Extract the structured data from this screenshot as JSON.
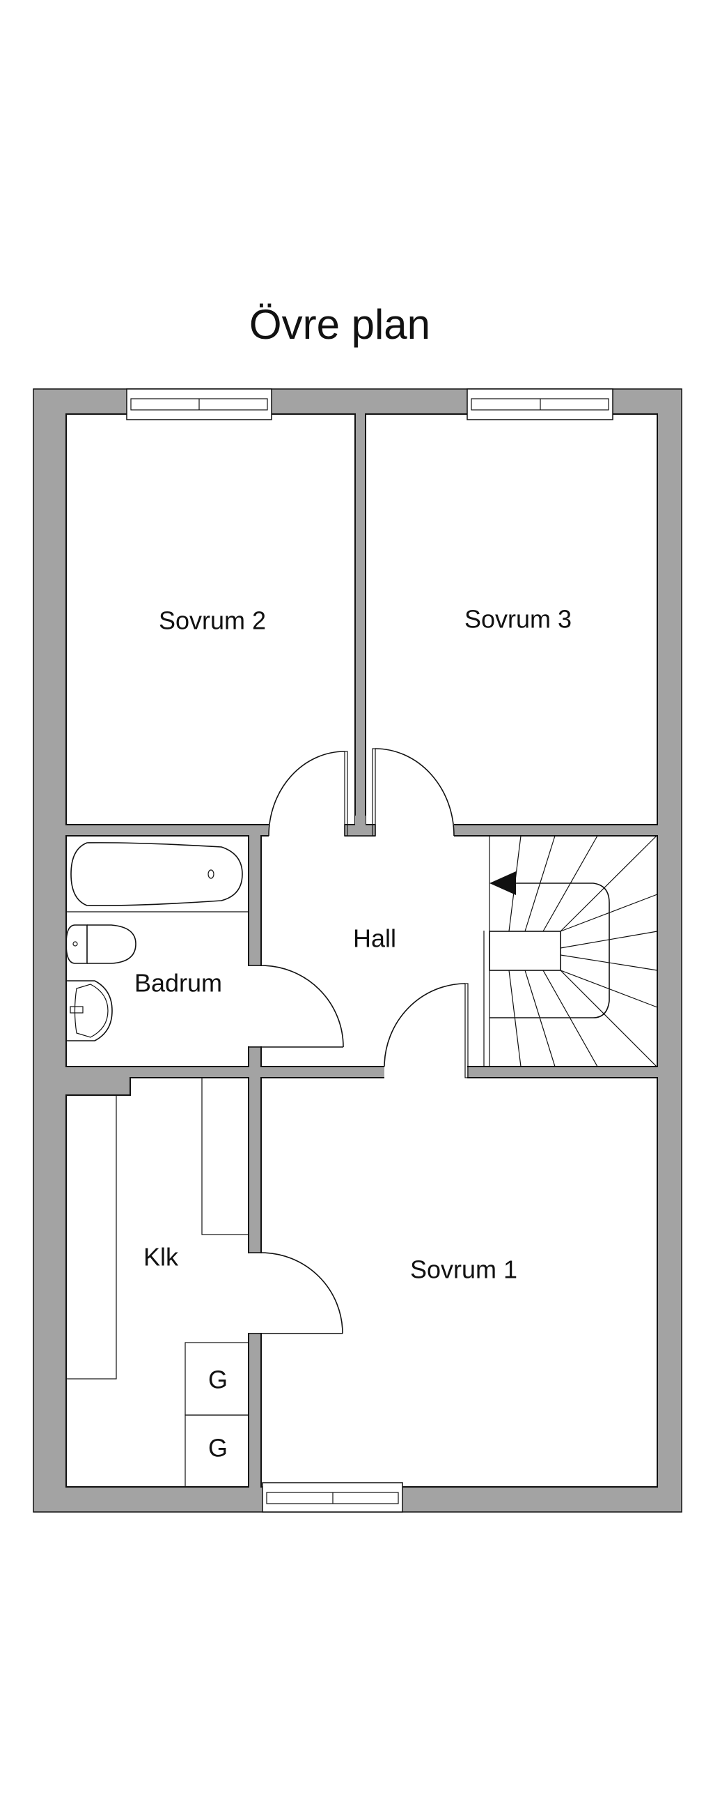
{
  "title": "Övre plan",
  "rooms": {
    "sovrum2": "Sovrum 2",
    "sovrum3": "Sovrum 3",
    "hall": "Hall",
    "badrum": "Badrum",
    "klk": "Klk",
    "sovrum1": "Sovrum 1"
  },
  "appliances": {
    "g1": "G",
    "g2": "G"
  },
  "colors": {
    "wall": "#a3a3a3",
    "line": "#111111",
    "background": "#ffffff"
  }
}
